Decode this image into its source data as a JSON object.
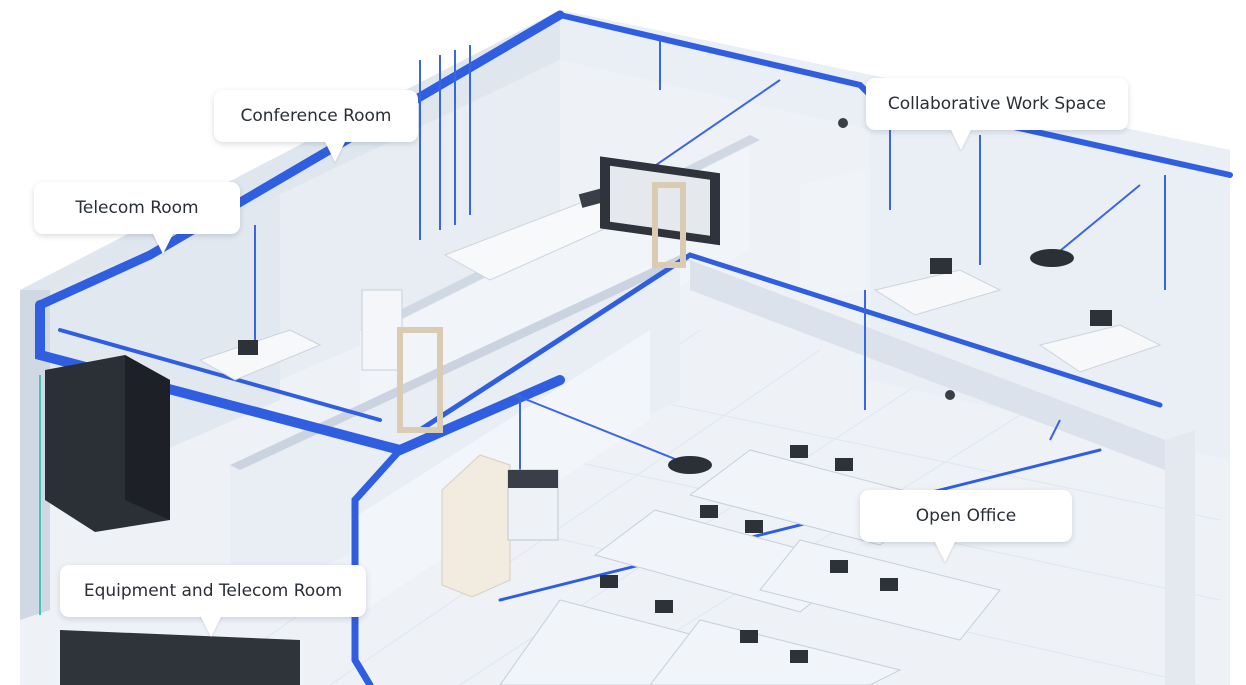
{
  "labels": {
    "conference_room": "Conference Room",
    "collaborative_work_space": "Collaborative Work Space",
    "telecom_room": "Telecom Room",
    "open_office": "Open Office",
    "equipment_and_telecom_room": "Equipment and Telecom Room"
  },
  "colors": {
    "cable_blue": "#2f5fe0",
    "wall_light": "#e9eef4",
    "wall_shade": "#d3dbe6",
    "floor": "#eef2f7",
    "rack": "#2b2f36",
    "callout_text": "#2a2f36"
  }
}
